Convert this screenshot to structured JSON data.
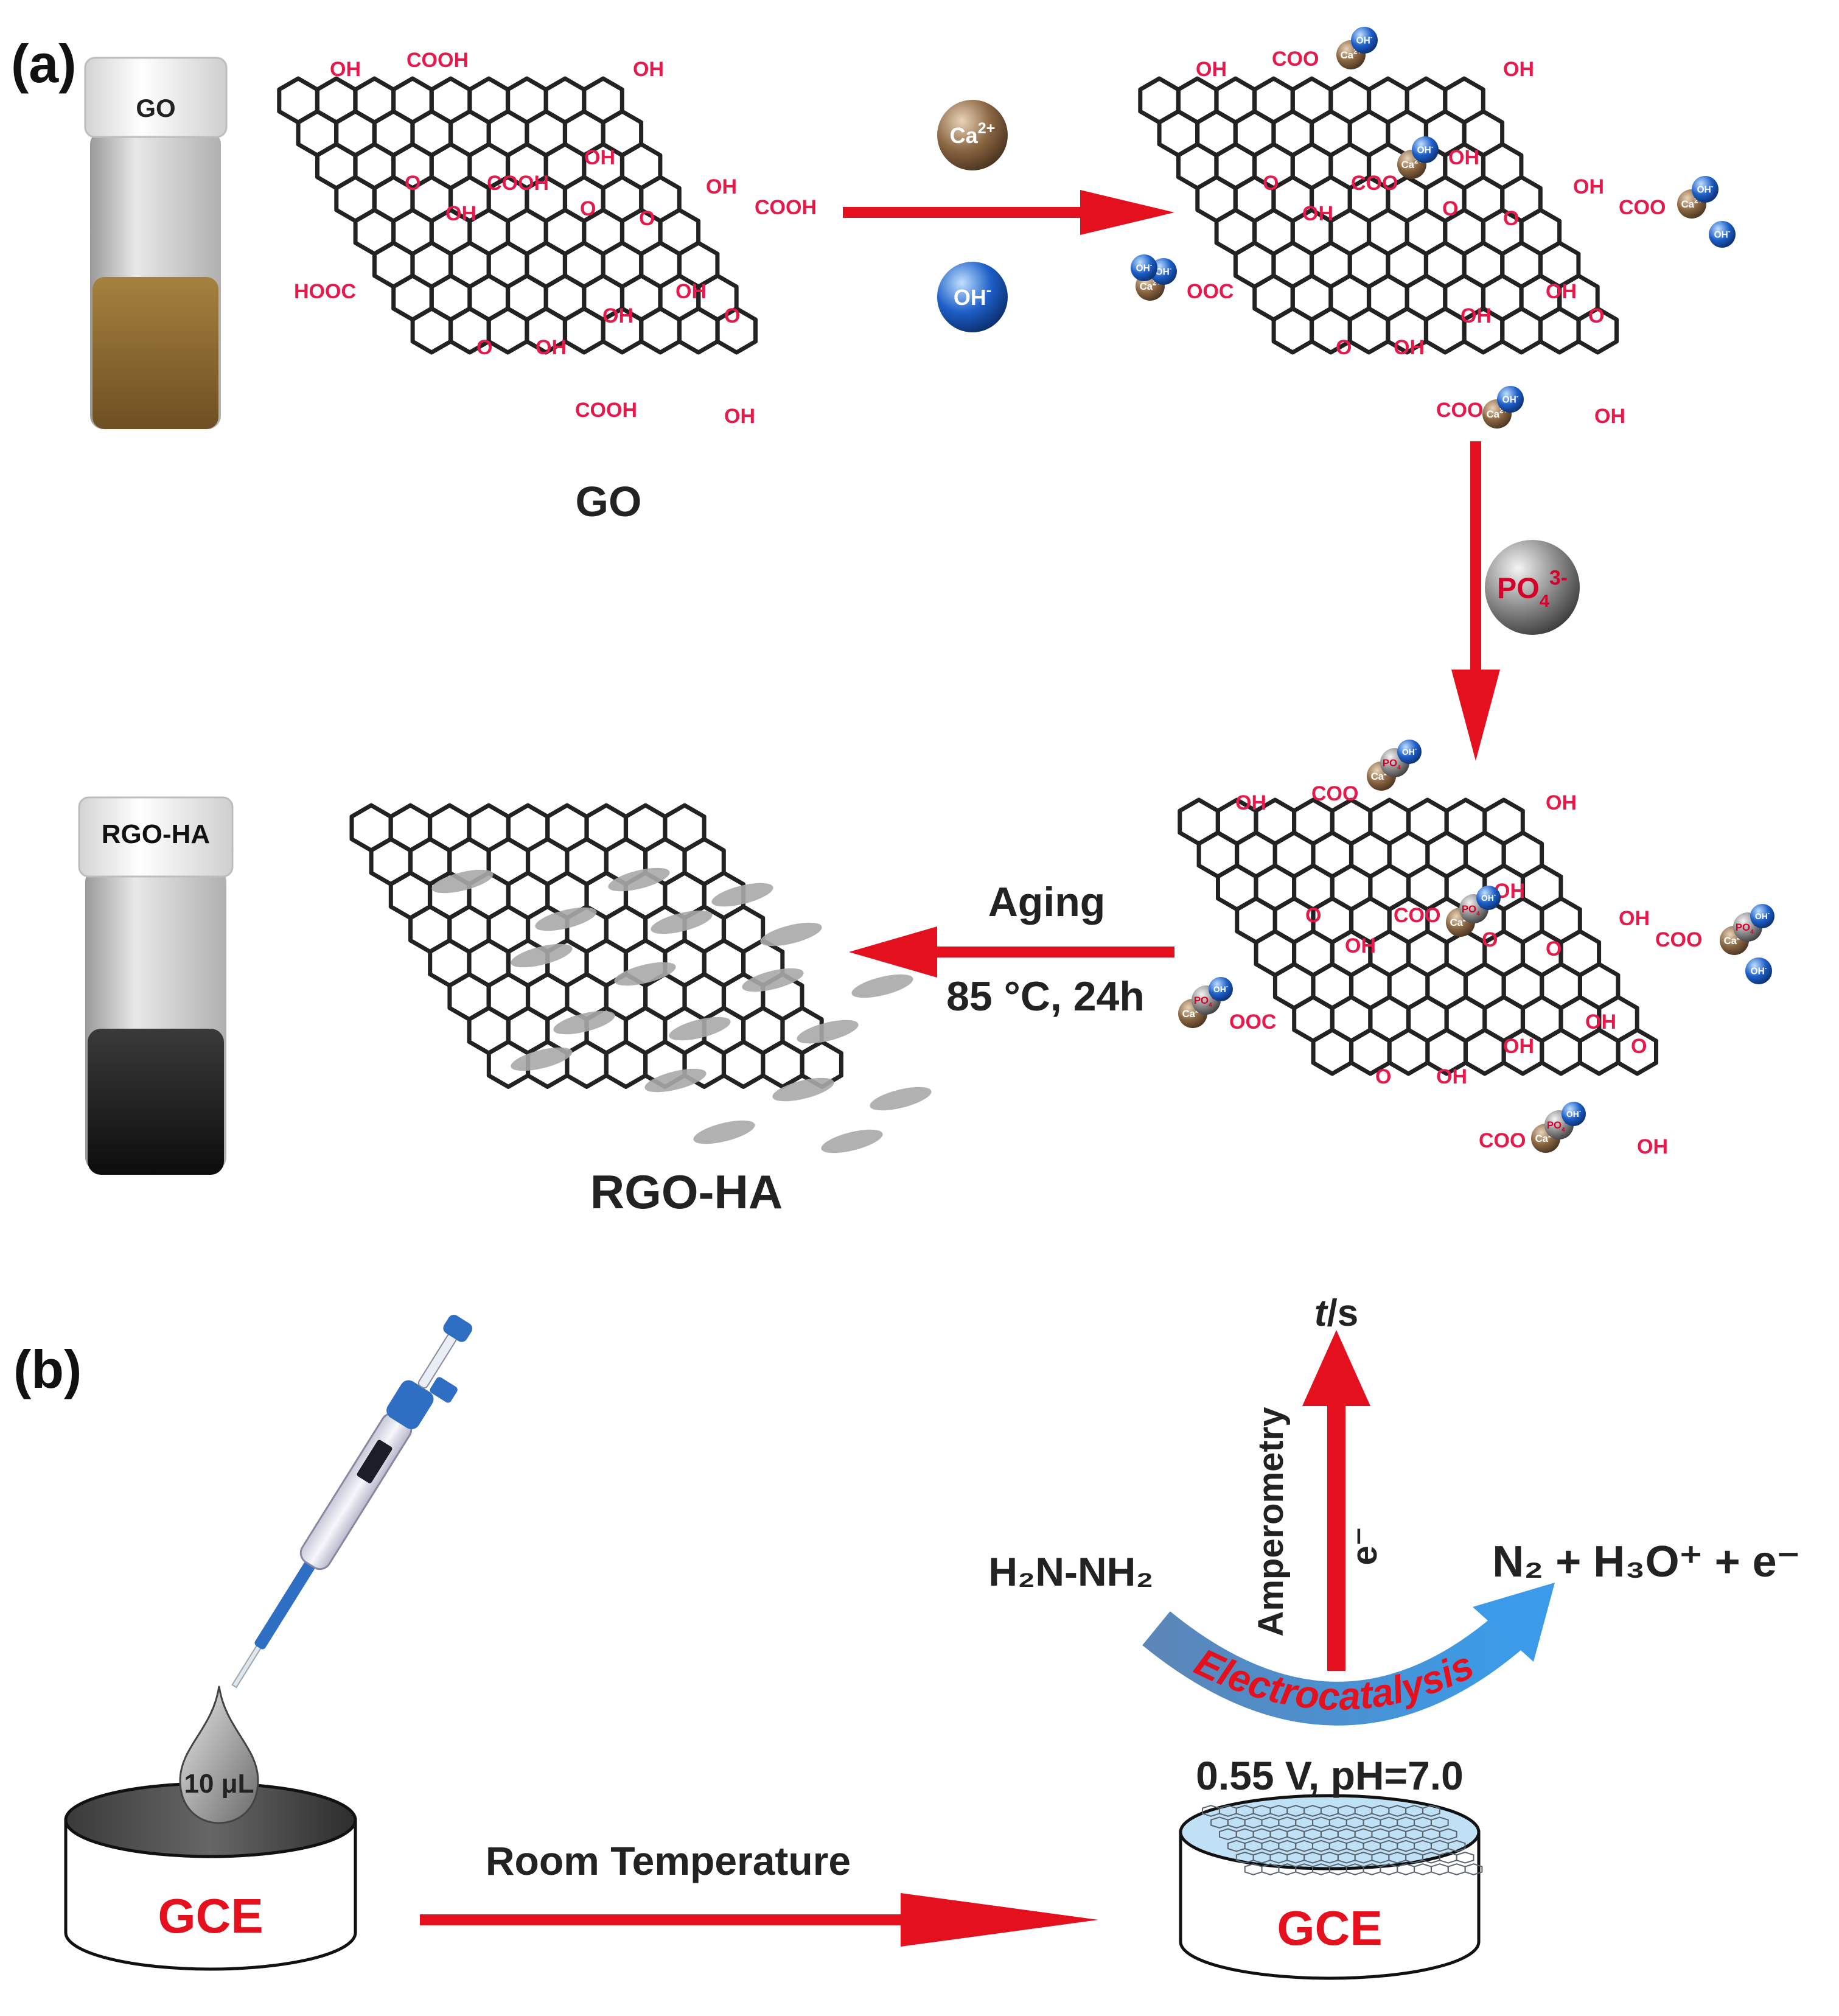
{
  "panels": {
    "a": "(a)",
    "b": "(b)"
  },
  "vials": {
    "go_cap": "GO",
    "rgo_cap": "RGO-HA"
  },
  "sheets": {
    "go_label": "GO",
    "rgo_label": "RGO-HA"
  },
  "groups": {
    "oh": "OH",
    "cooh": "COOH",
    "hooc": "HOOC",
    "o": "O",
    "coo": "COO",
    "ooc": "OOC"
  },
  "ions": {
    "ca": "Ca",
    "ca_charge": "2+",
    "oh": "OH",
    "oh_charge": "-",
    "po4": "PO",
    "po4_sub": "4",
    "po4_charge": "3-"
  },
  "steps": {
    "aging": "Aging",
    "aging_cond": "85 °C, 24h",
    "room_temp": "Room Temperature"
  },
  "electrode": {
    "gce": "GCE",
    "drop": "10 μL",
    "potential": "0.55 V, pH=7.0"
  },
  "reaction": {
    "reactant": "H₂N-NH₂",
    "products": "N₂ + H₃O⁺ + e⁻",
    "electrocatalysis": "Electrocatalysis",
    "amperometry": "Amperometry",
    "electron": "e⁻",
    "time_axis_t": "t",
    "time_axis_s": "/s"
  },
  "colors": {
    "arrow_red": "#e5101e",
    "group_pink": "#e6194b",
    "sheet_black": "#222222",
    "ca_brown": "#8a6642",
    "oh_blue": "#1e5fc8",
    "po4_gray": "#7a7a7a",
    "curve_blue": "#4a8fd8"
  },
  "icons": {
    "pipette": "pipette-icon",
    "vial": "vial-icon"
  }
}
